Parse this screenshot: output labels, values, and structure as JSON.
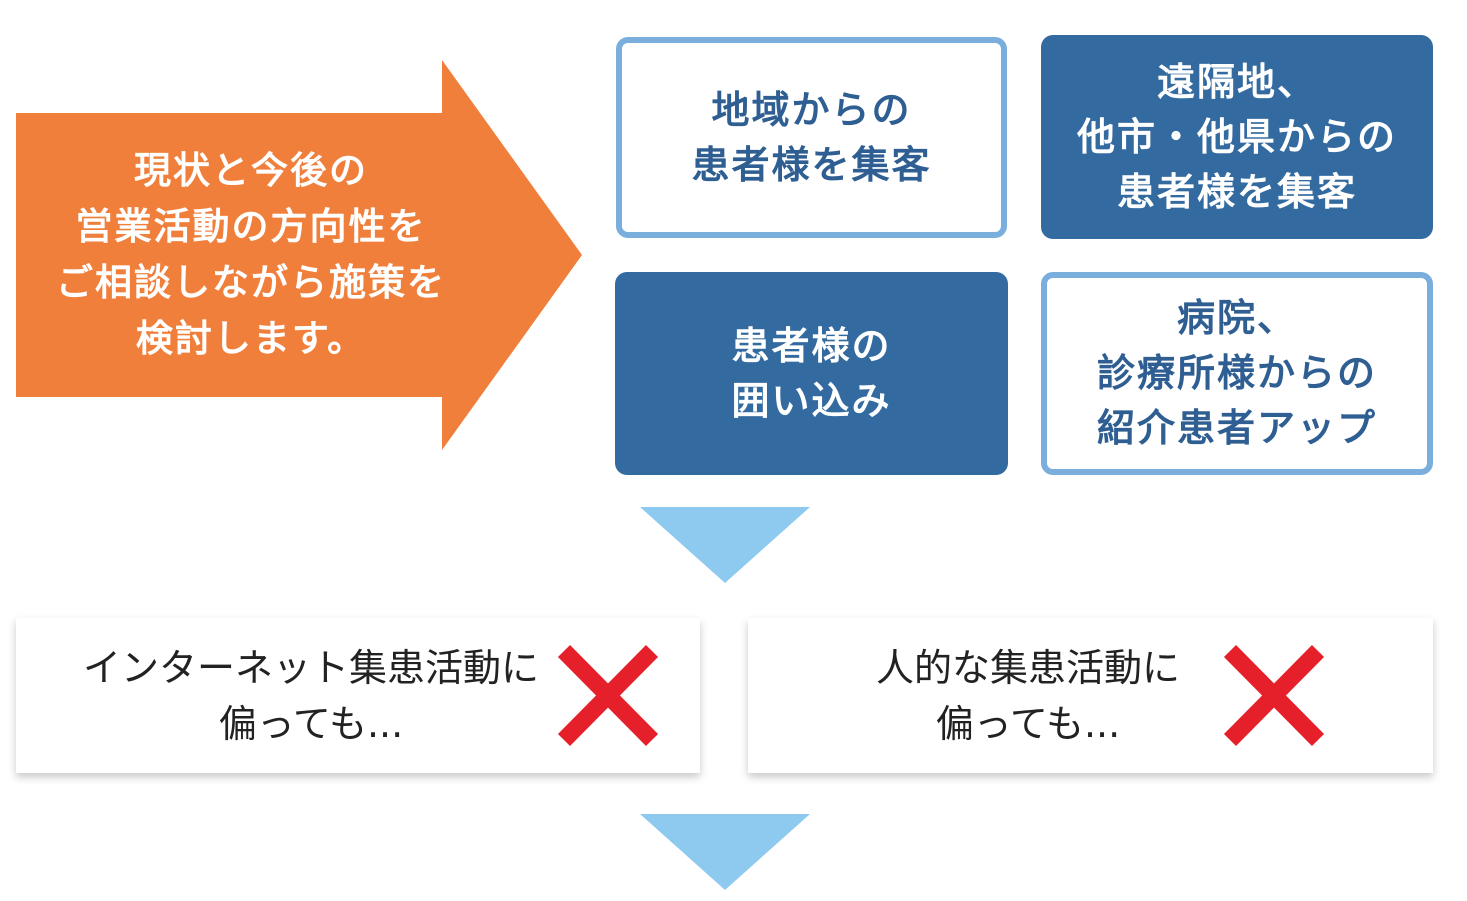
{
  "colors": {
    "orange": "#f07f3c",
    "dark_blue": "#336aa0",
    "light_blue_border": "#7aaedd",
    "triangle": "#8ec9ef",
    "red_x": "#e5202a"
  },
  "arrow": {
    "text": "現状と今後の\n営業活動の方向性を\nご相談しながら施策を\n検討します。"
  },
  "boxes": [
    {
      "text": "地域からの\n患者様を集客",
      "style": "outline"
    },
    {
      "text": "遠隔地、\n他市・他県からの\n患者様を集客",
      "style": "filled"
    },
    {
      "text": "患者様の\n囲い込み",
      "style": "filled"
    },
    {
      "text": "病院、\n診療所様からの\n紹介患者アップ",
      "style": "outline"
    }
  ],
  "cards": [
    {
      "text": "インターネット集患活動に\n偏っても...",
      "icon": "x-mark-icon"
    },
    {
      "text": "人的な集患活動に\n偏っても...",
      "icon": "x-mark-icon"
    }
  ]
}
